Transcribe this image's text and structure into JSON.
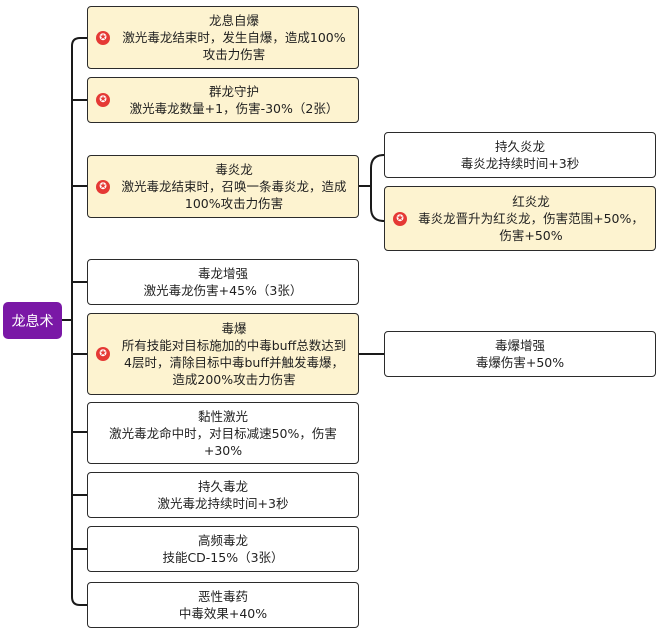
{
  "root": {
    "label": "龙息术"
  },
  "nodes": [
    {
      "title": "龙息自爆",
      "desc": "激光毒龙结束时，发生自爆，造成100%攻击力伤害",
      "starred": true
    },
    {
      "title": "群龙守护",
      "desc": "激光毒龙数量+1，伤害-30%（2张）",
      "starred": true
    },
    {
      "title": "毒炎龙",
      "desc": "激光毒龙结束时，召唤一条毒炎龙，造成100%攻击力伤害",
      "starred": true
    },
    {
      "title": "持久炎龙",
      "desc": "毒炎龙持续时间+3秒",
      "starred": false
    },
    {
      "title": "红炎龙",
      "desc": "毒炎龙晋升为红炎龙，伤害范围+50%，伤害+50%",
      "starred": true
    },
    {
      "title": "毒龙增强",
      "desc": "激光毒龙伤害+45%（3张）",
      "starred": false
    },
    {
      "title": "毒爆",
      "desc": "所有技能对目标施加的中毒buff总数达到4层时，清除目标中毒buff并触发毒爆，造成200%攻击力伤害",
      "starred": true
    },
    {
      "title": "毒爆增强",
      "desc": "毒爆伤害+50%",
      "starred": false
    },
    {
      "title": "黏性激光",
      "desc": "激光毒龙命中时，对目标减速50%，伤害+30%",
      "starred": false
    },
    {
      "title": "持久毒龙",
      "desc": "激光毒龙持续时间+3秒",
      "starred": false
    },
    {
      "title": "高频毒龙",
      "desc": "技能CD-15%（3张）",
      "starred": false
    },
    {
      "title": "恶性毒药",
      "desc": "中毒效果+40%",
      "starred": false
    }
  ],
  "colors": {
    "root": "#7a18a6",
    "highlight": "#fdf3d0",
    "star": "#e53935",
    "edge": "#1a1a1a"
  },
  "icons": {
    "star": "star-icon"
  }
}
